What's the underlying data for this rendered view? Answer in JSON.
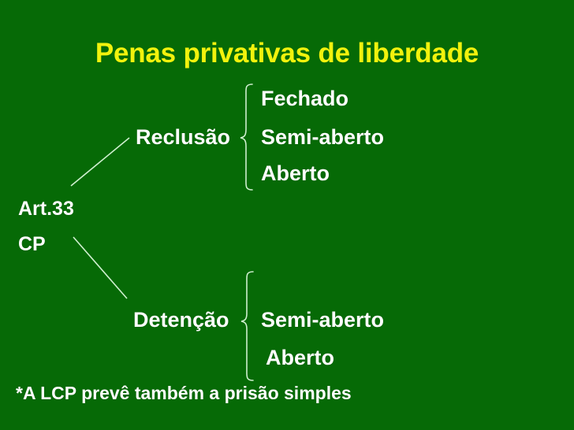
{
  "slide": {
    "title": "Penas privativas de liberdade",
    "background_color": "#066A06",
    "title_color": "#F2F20D",
    "text_color": "#FFFFFF",
    "line_color": "#CFEFCF"
  },
  "source_label": {
    "line1": "Art.33",
    "line2": "CP"
  },
  "branches": [
    {
      "name": "Reclusão",
      "regimes": [
        "Fechado",
        "Semi-aberto",
        "Aberto"
      ]
    },
    {
      "name": "Detenção",
      "regimes": [
        "Semi-aberto",
        "Aberto"
      ]
    }
  ],
  "footnote": "*A LCP prevê também a prisão simples"
}
